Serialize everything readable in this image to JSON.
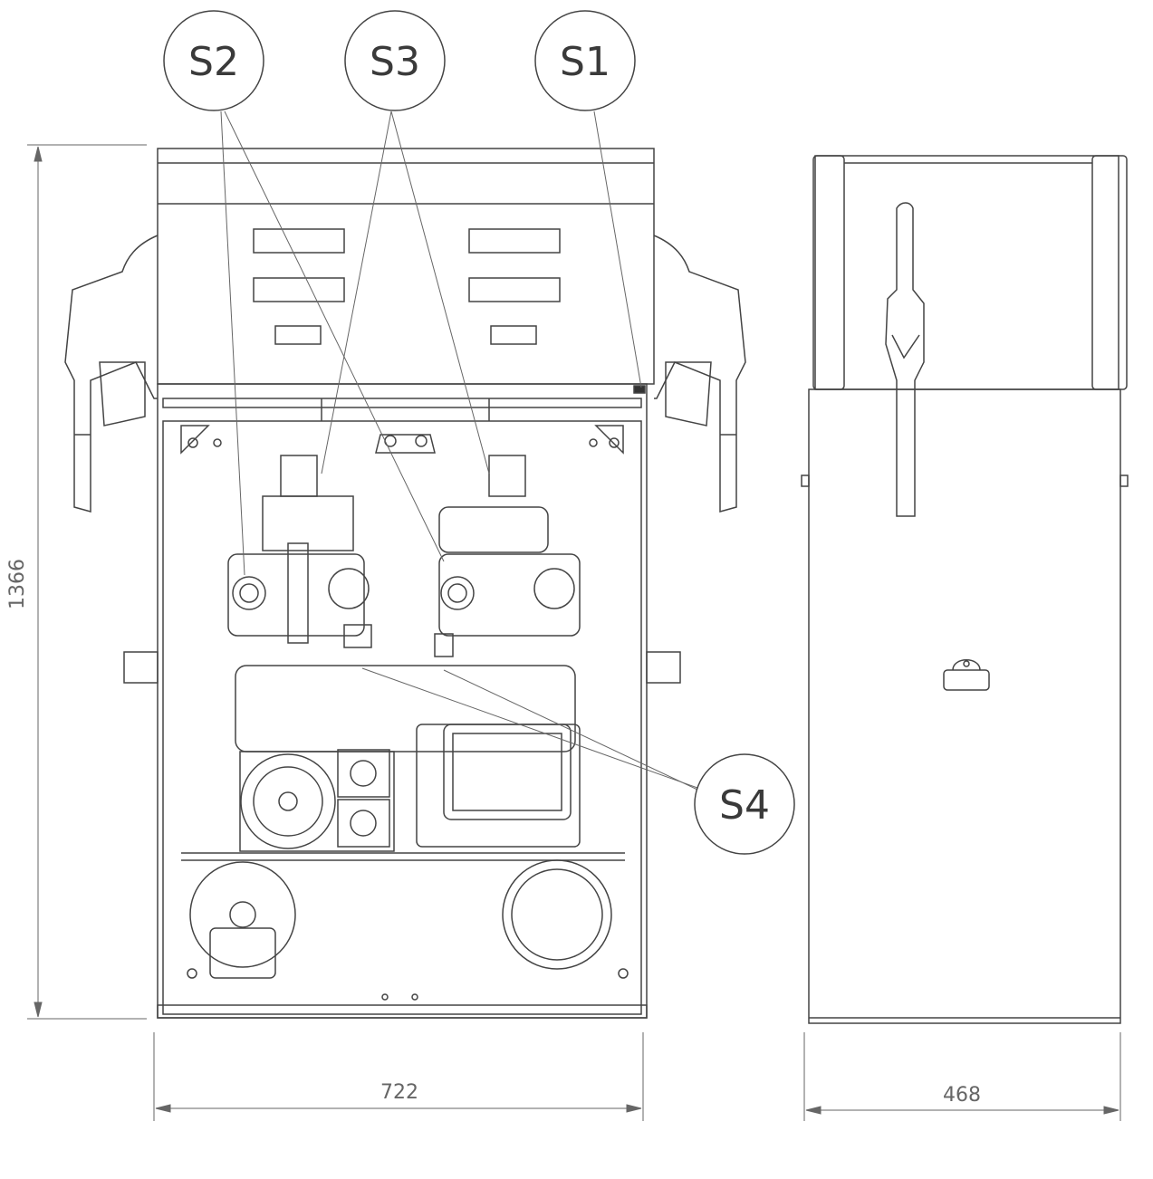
{
  "callouts": {
    "s1": "S1",
    "s2": "S2",
    "s3": "S3",
    "s4": "S4"
  },
  "dimensions": {
    "height": "1366",
    "front_width": "722",
    "side_width": "468"
  },
  "colors": {
    "line": "#444444",
    "light_line": "#888888"
  }
}
